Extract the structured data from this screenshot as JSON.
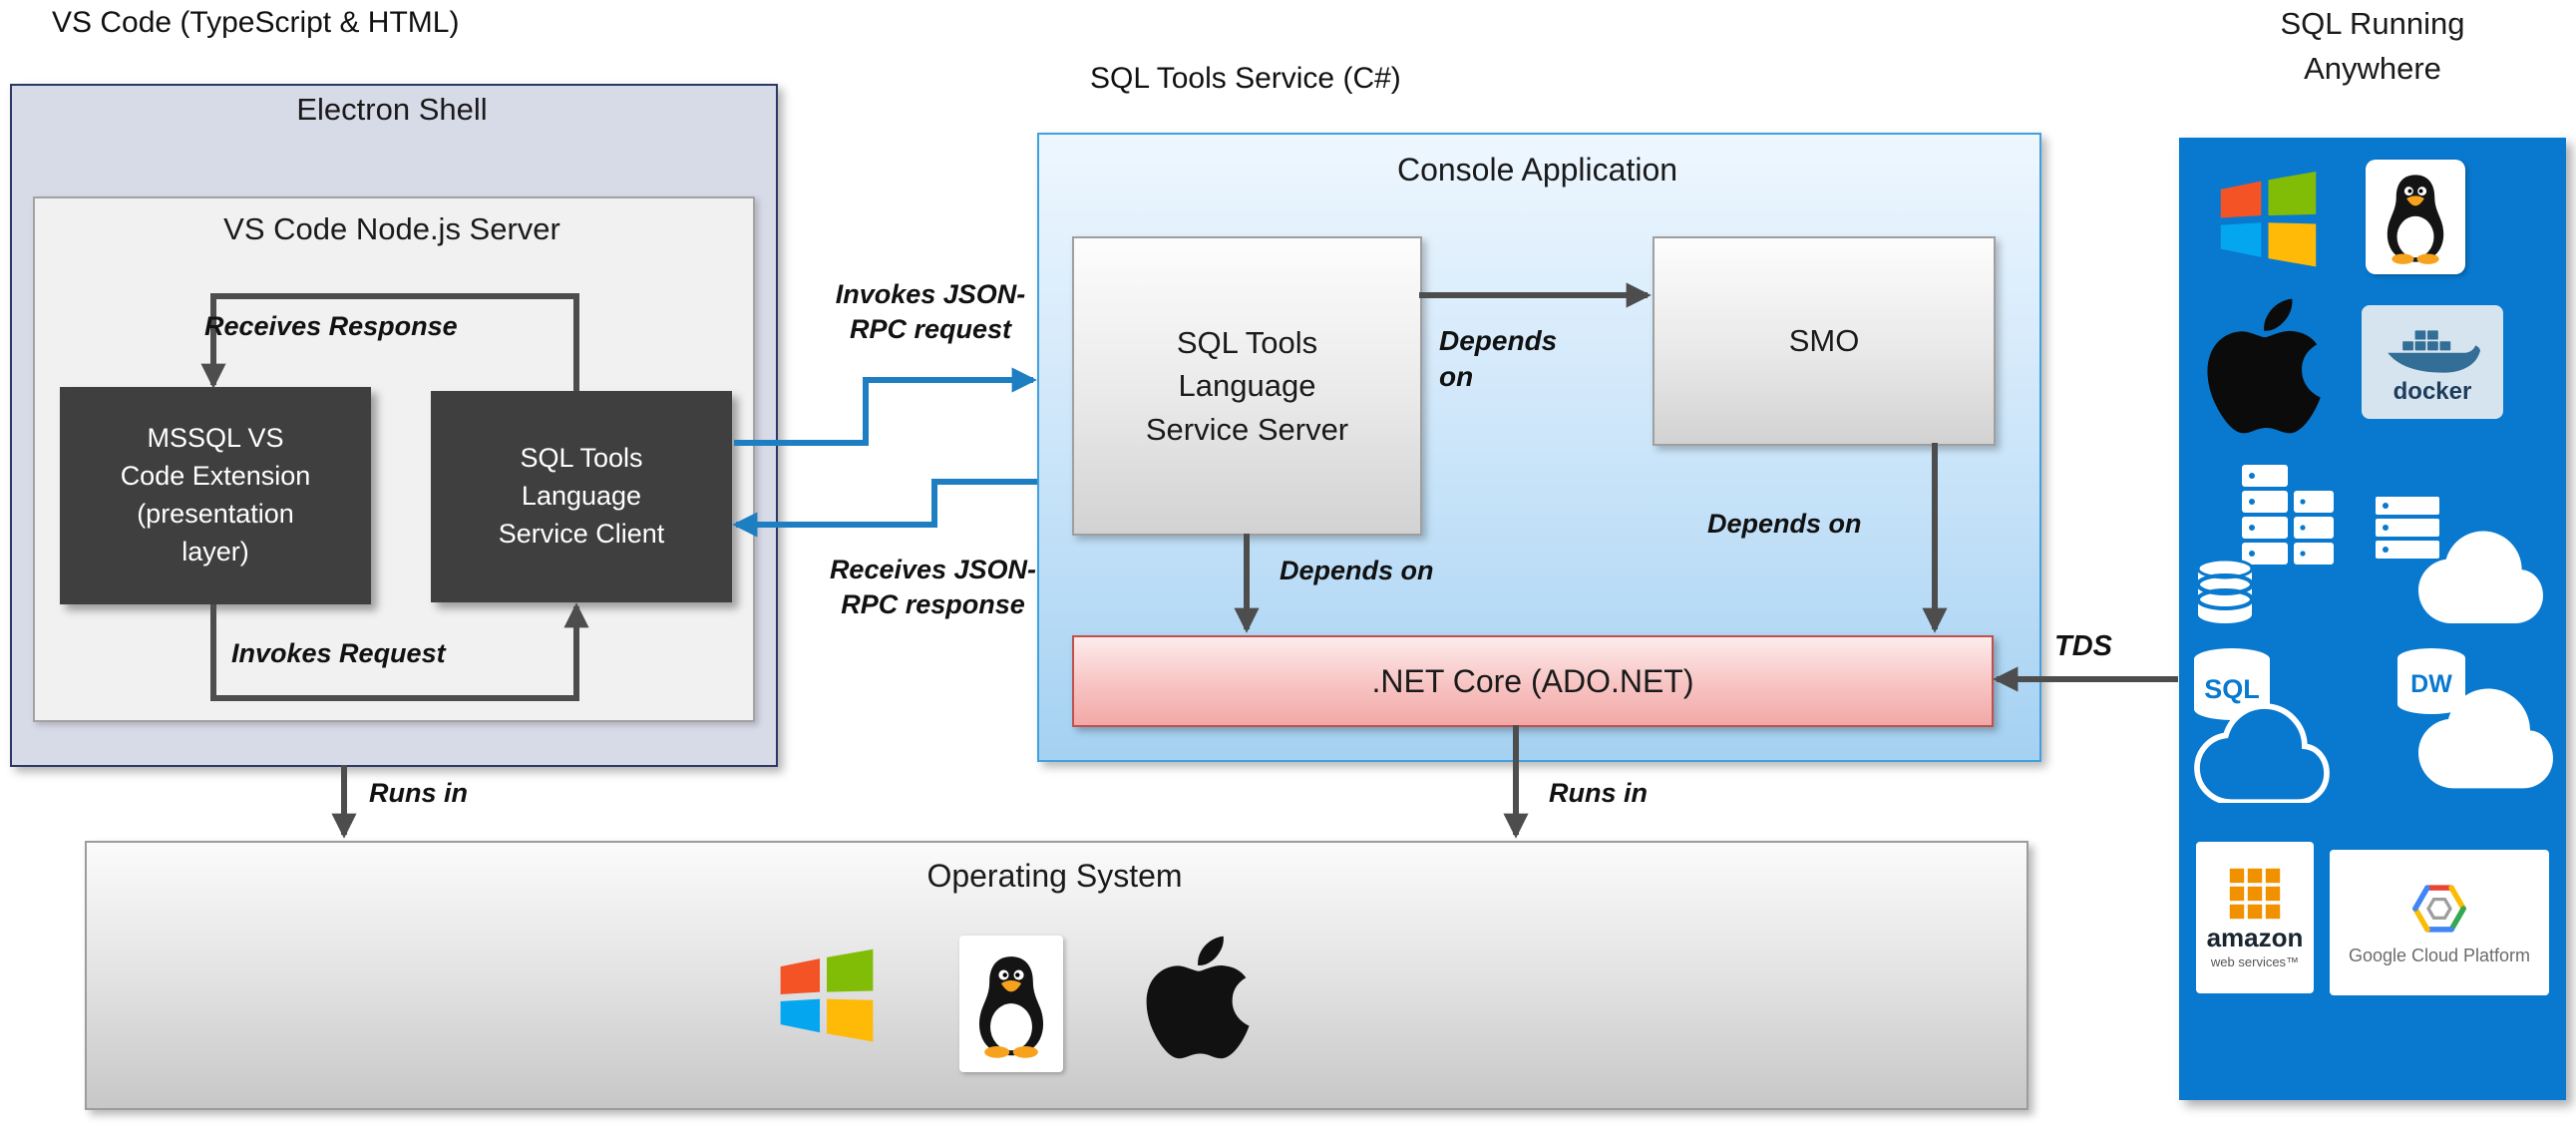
{
  "labels": {
    "vscode": "VS Code (TypeScript & HTML)",
    "sqltools": "SQL Tools Service (C#)",
    "anywhere1": "SQL Running",
    "anywhere2": "Anywhere",
    "tds": "TDS",
    "runs_in_left": "Runs in",
    "runs_in_right": "Runs in"
  },
  "electron": {
    "title": "Electron Shell",
    "node_title": "VS Code Node.js Server",
    "mssql_box": "MSSQL VS Code Extension (presentation layer)",
    "client_box": "SQL Tools Language Service Client",
    "receives": "Receives Response",
    "invokes": "Invokes Request"
  },
  "rpc": {
    "request1": "Invokes JSON-",
    "request2": "RPC request",
    "response1": "Receives JSON-",
    "response2": "RPC response"
  },
  "console": {
    "title": "Console Application",
    "server_box": "SQL Tools Language Service Server",
    "smo_box": "SMO",
    "dotnet_box": ".NET Core (ADO.NET)",
    "dep_smo1": "Depends",
    "dep_smo2": "on",
    "dep_server": "Depends on",
    "dep_net": "Depends on"
  },
  "os": {
    "title": "Operating System"
  },
  "cloud": {
    "docker": "docker",
    "sql": "SQL",
    "dw": "DW",
    "aws1": "amazon",
    "aws2": "web services™",
    "gcp": "Google Cloud Platform"
  },
  "colors": {
    "panel_blue": "#0879cf",
    "console_border": "#41a0dd",
    "console_fill_bottom": "#a5d1f2",
    "electron_fill": "#d7dae7",
    "electron_border": "#2c3966",
    "dark_box": "#3f3f3f",
    "dotnet_border": "#c0504d",
    "dotnet_fill": "#f7c3c2",
    "arrow_dark": "#4d4d4d",
    "arrow_blue": "#1d7fc1"
  }
}
